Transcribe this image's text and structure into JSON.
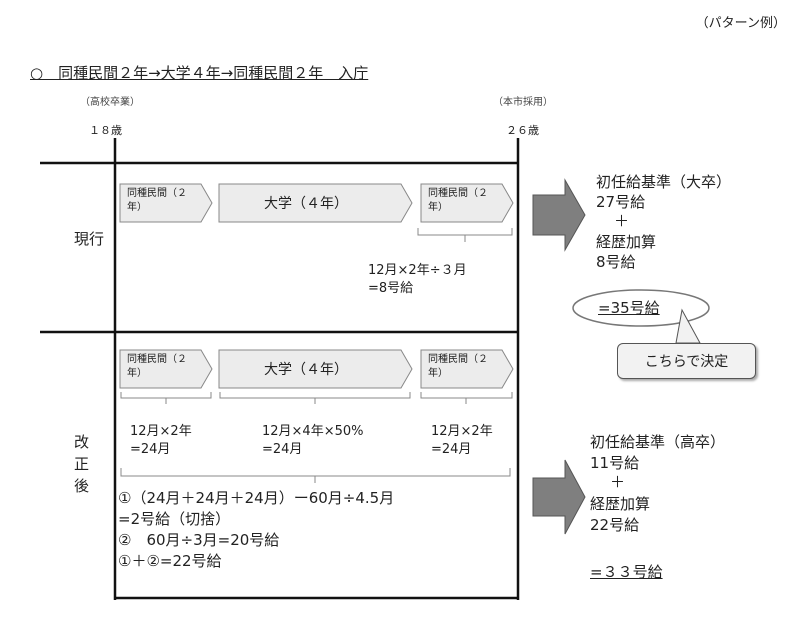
{
  "pattern_label": "（パターン例）",
  "heading": "○　同種民間２年→大学４年→同種民間２年　入庁",
  "start_note": "（高校卒業）",
  "start_age": "１８歳",
  "end_note": "（本市採用）",
  "end_age": "２６歳",
  "current": {
    "label": "現行",
    "seg1": "同種民間（２年）",
    "seg2": "大学（４年）",
    "seg3": "同種民間（２年）",
    "calc_line1": "12月×2年÷３月",
    "calc_line2": "=8号給",
    "result": {
      "line1": "初任給基準（大卒）",
      "line2": "27号給",
      "plus": "＋",
      "line3": "経歴加算",
      "line4": "8号給",
      "total": "=35号給"
    },
    "callout": "こちらで決定"
  },
  "revised": {
    "label": "改正後",
    "seg1": "同種民間（２年）",
    "seg2": "大学（４年）",
    "seg3": "同種民間（２年）",
    "calc1_line1": "12月×2年",
    "calc1_line2": "=24月",
    "calc2_line1": "12月×4年×50%",
    "calc2_line2": "=24月",
    "calc3_line1": "12月×2年",
    "calc3_line2": "=24月",
    "sum_line1": "①（24月＋24月＋24月）ー60月÷4.5月",
    "sum_line2": "=2号給（切捨）",
    "sum_line3": "②　60月÷3月=20号給",
    "sum_line4": "①＋②=22号給",
    "result": {
      "line1": "初任給基準（高卒）",
      "line2": "11号給",
      "plus": "＋",
      "line3": "経歴加算",
      "line4": "22号給",
      "total": "=３３号給"
    }
  }
}
